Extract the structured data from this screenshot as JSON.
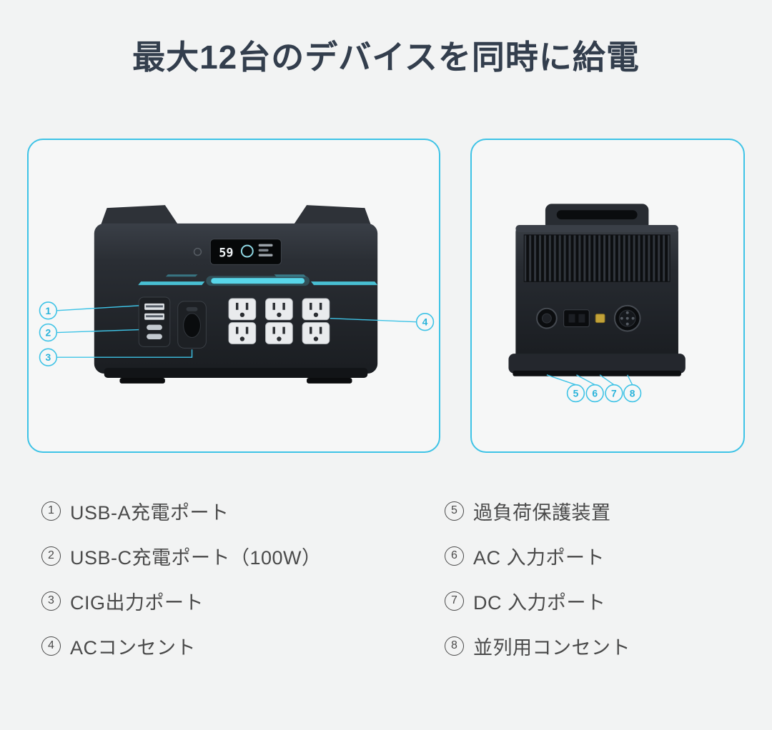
{
  "title": "最大12台のデバイスを同時に給電",
  "colors": {
    "accent_cyan": "#3ec3e6",
    "title_color": "#333e4d",
    "legend_text": "#4a4a4a",
    "device_body": "#1d2025",
    "light_bar": "#58d6e9"
  },
  "front_view": {
    "display": {
      "battery_level": "59"
    },
    "callouts": {
      "c1": "1",
      "c2": "2",
      "c3": "3",
      "c4": "4"
    }
  },
  "back_view": {
    "callouts": {
      "c5": "5",
      "c6": "6",
      "c7": "7",
      "c8": "8"
    }
  },
  "legend": {
    "left": [
      {
        "num": "1",
        "label": "USB-A充電ポート"
      },
      {
        "num": "2",
        "label": "USB-C充電ポート（100W）"
      },
      {
        "num": "3",
        "label": "CIG出力ポート"
      },
      {
        "num": "4",
        "label": "ACコンセント"
      }
    ],
    "right": [
      {
        "num": "5",
        "label": "過負荷保護装置"
      },
      {
        "num": "6",
        "label": "AC 入力ポート"
      },
      {
        "num": "7",
        "label": "DC 入力ポート"
      },
      {
        "num": "8",
        "label": "並列用コンセント"
      }
    ]
  }
}
